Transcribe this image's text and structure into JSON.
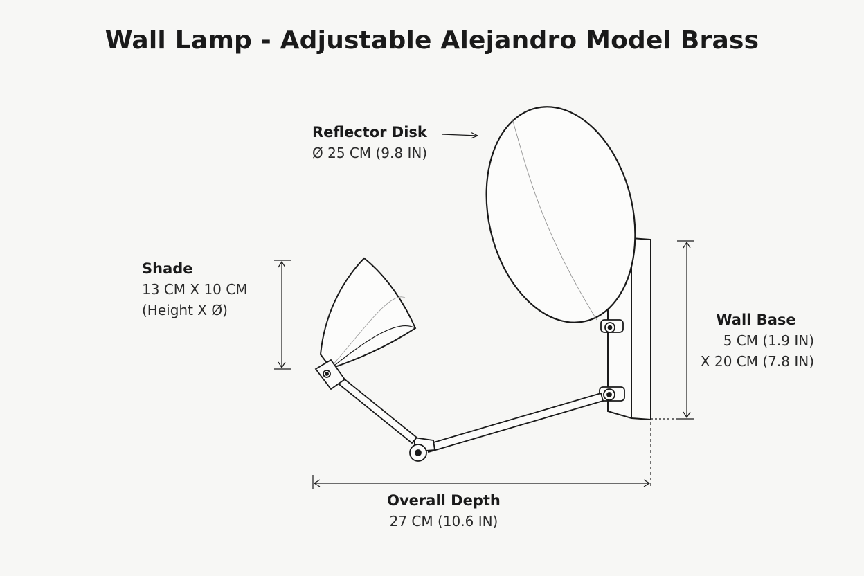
{
  "title": "Wall Lamp - Adjustable Alejandro Model Brass",
  "colors": {
    "background": "#f7f7f5",
    "ink": "#1a1a1a"
  },
  "callouts": {
    "reflector": {
      "heading": "Reflector Disk",
      "lines": [
        "Ø 25 CM (9.8 IN)"
      ]
    },
    "shade": {
      "heading": "Shade",
      "lines": [
        "13 CM X 10 CM",
        "(Height X Ø)"
      ]
    },
    "wall_base": {
      "heading": "Wall Base",
      "lines": [
        "5 CM (1.9 IN)",
        "X 20 CM (7.8 IN)"
      ]
    },
    "overall_depth": {
      "heading": "Overall Depth",
      "lines": [
        "27 CM (10.6 IN)"
      ]
    }
  }
}
